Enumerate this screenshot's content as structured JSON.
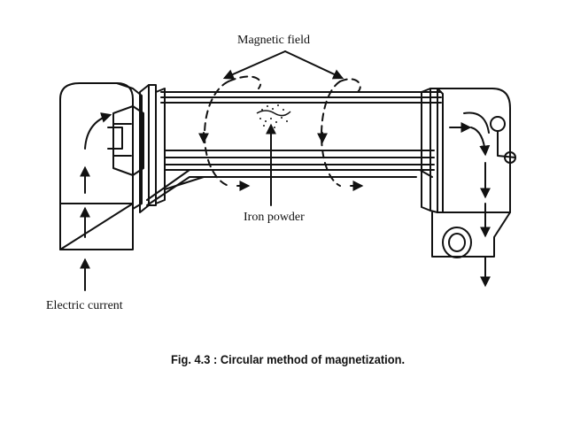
{
  "labels": {
    "magnetic_field": "Magnetic field",
    "iron_powder": "Iron powder",
    "electric_current": "Electric current"
  },
  "caption": "Fig. 4.3 : Circular method of magnetization.",
  "colors": {
    "ink": "#111111",
    "background": "#ffffff"
  },
  "icons": [
    "arrow-icon",
    "crank-handle-icon",
    "wheel-icon"
  ]
}
